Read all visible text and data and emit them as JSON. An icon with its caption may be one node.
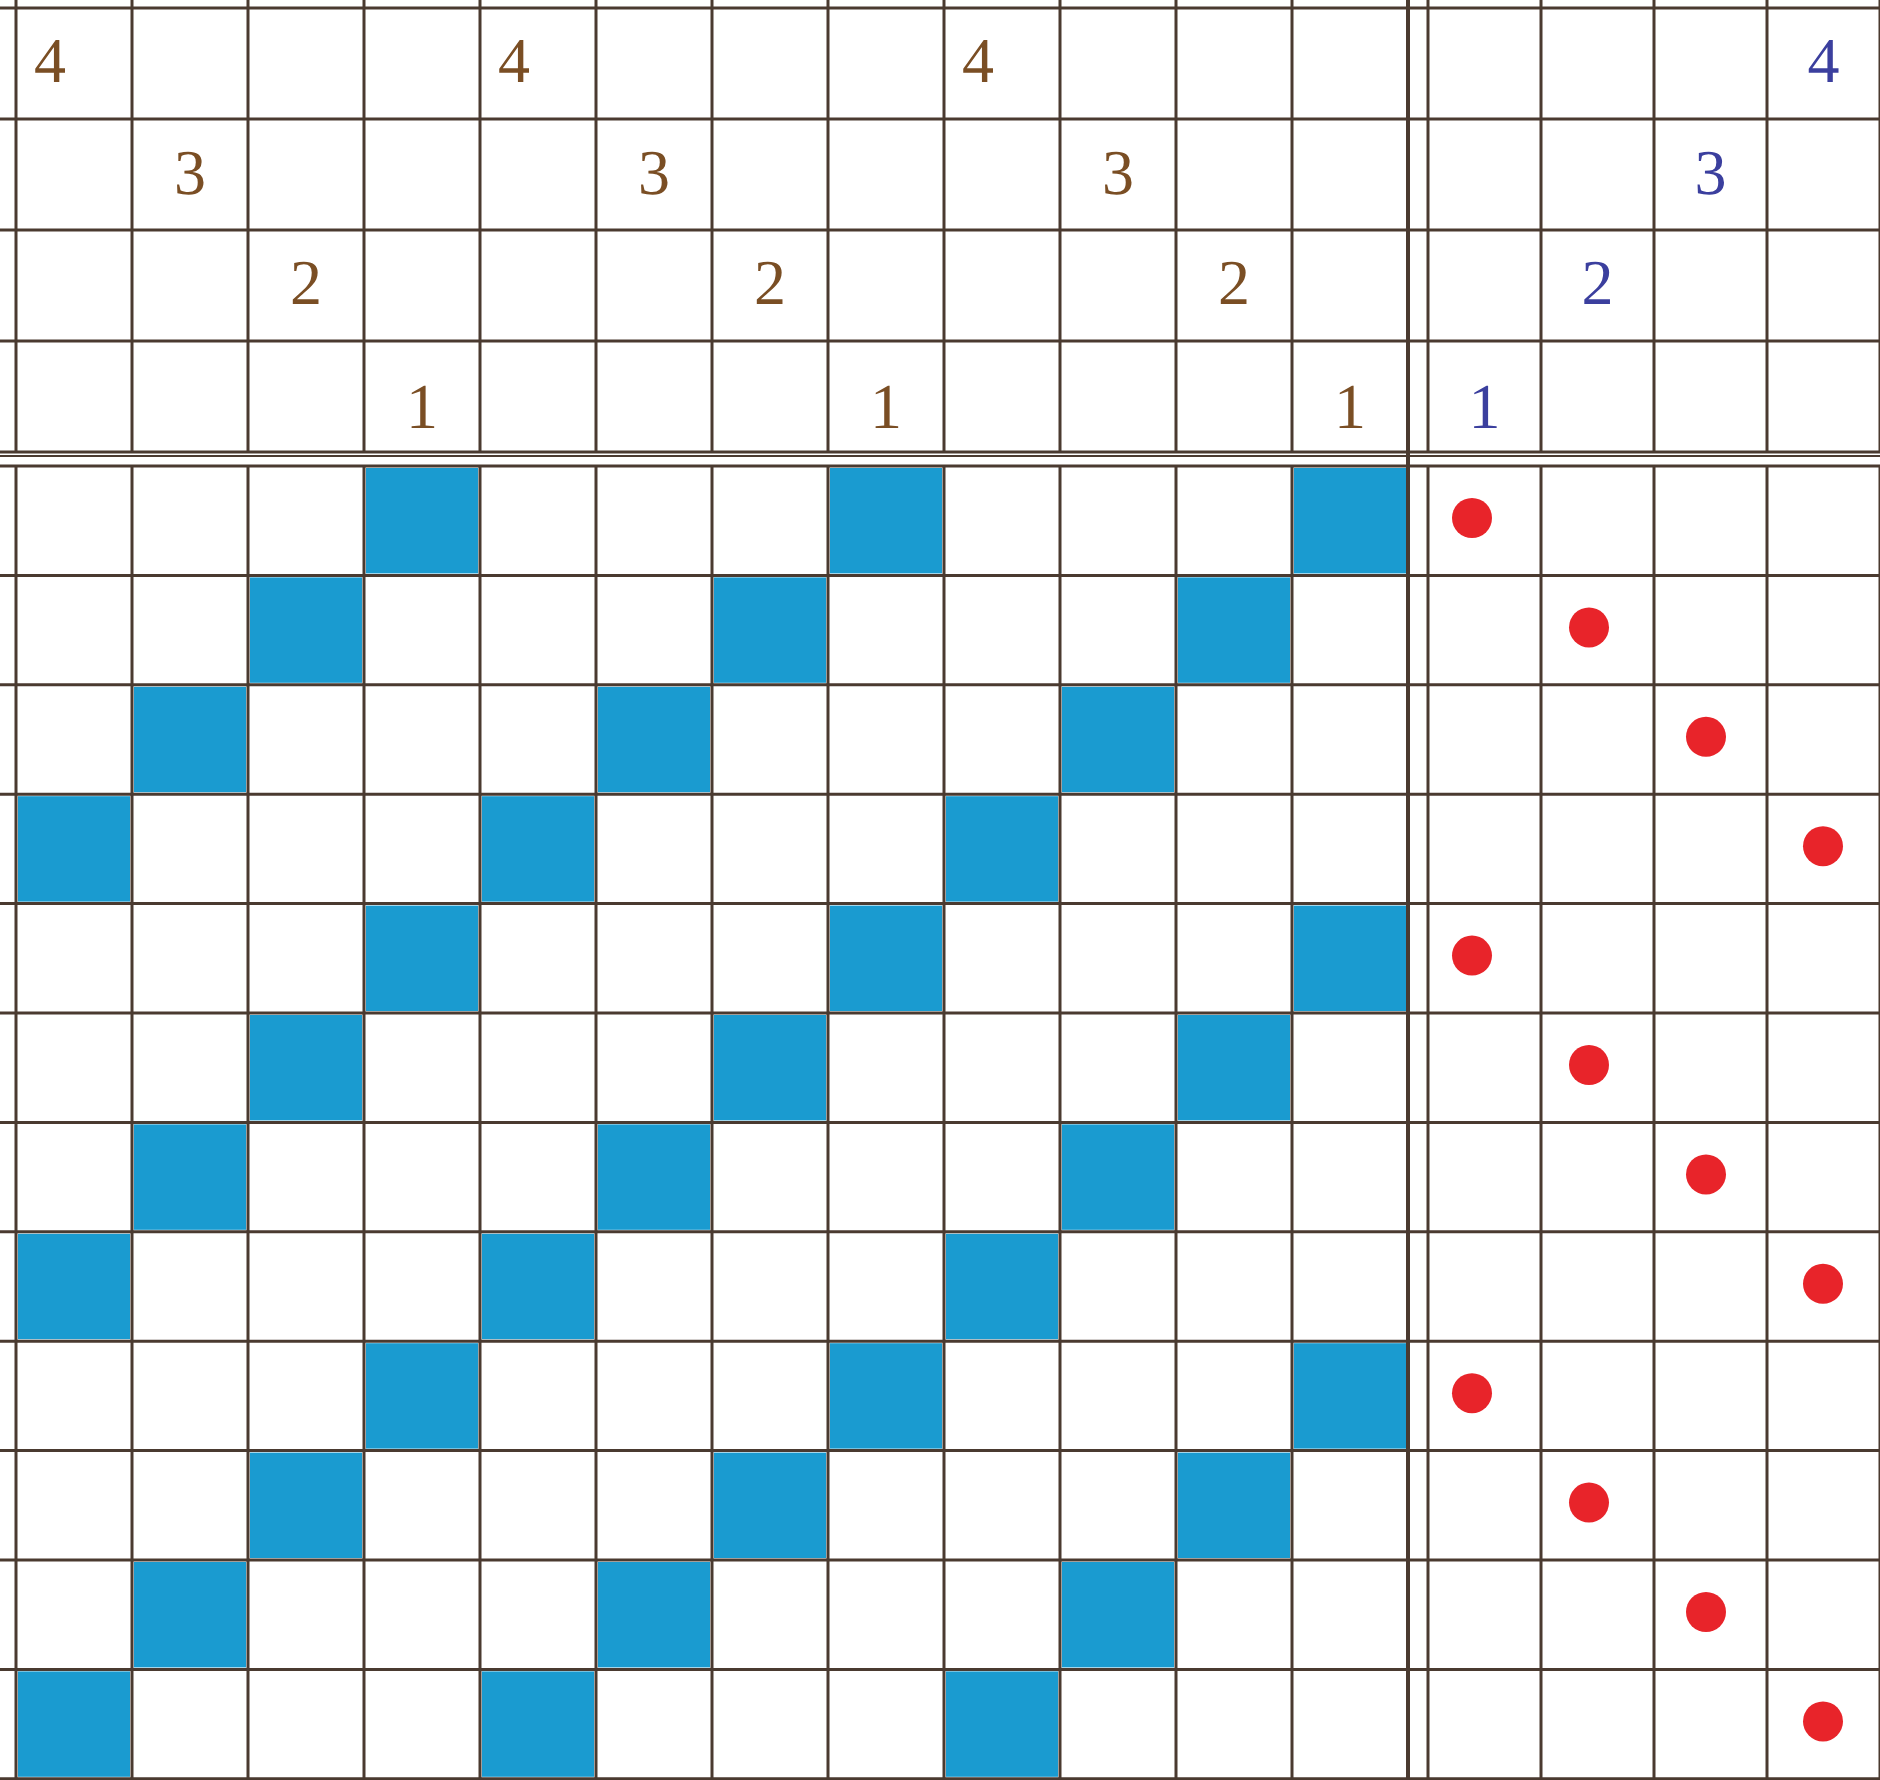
{
  "diagram": {
    "labels": [
      "4",
      "4",
      "4",
      "4",
      "3",
      "3",
      "3",
      "3",
      "2",
      "2",
      "2",
      "2",
      "1",
      "1",
      "1",
      "1"
    ]
  }
}
